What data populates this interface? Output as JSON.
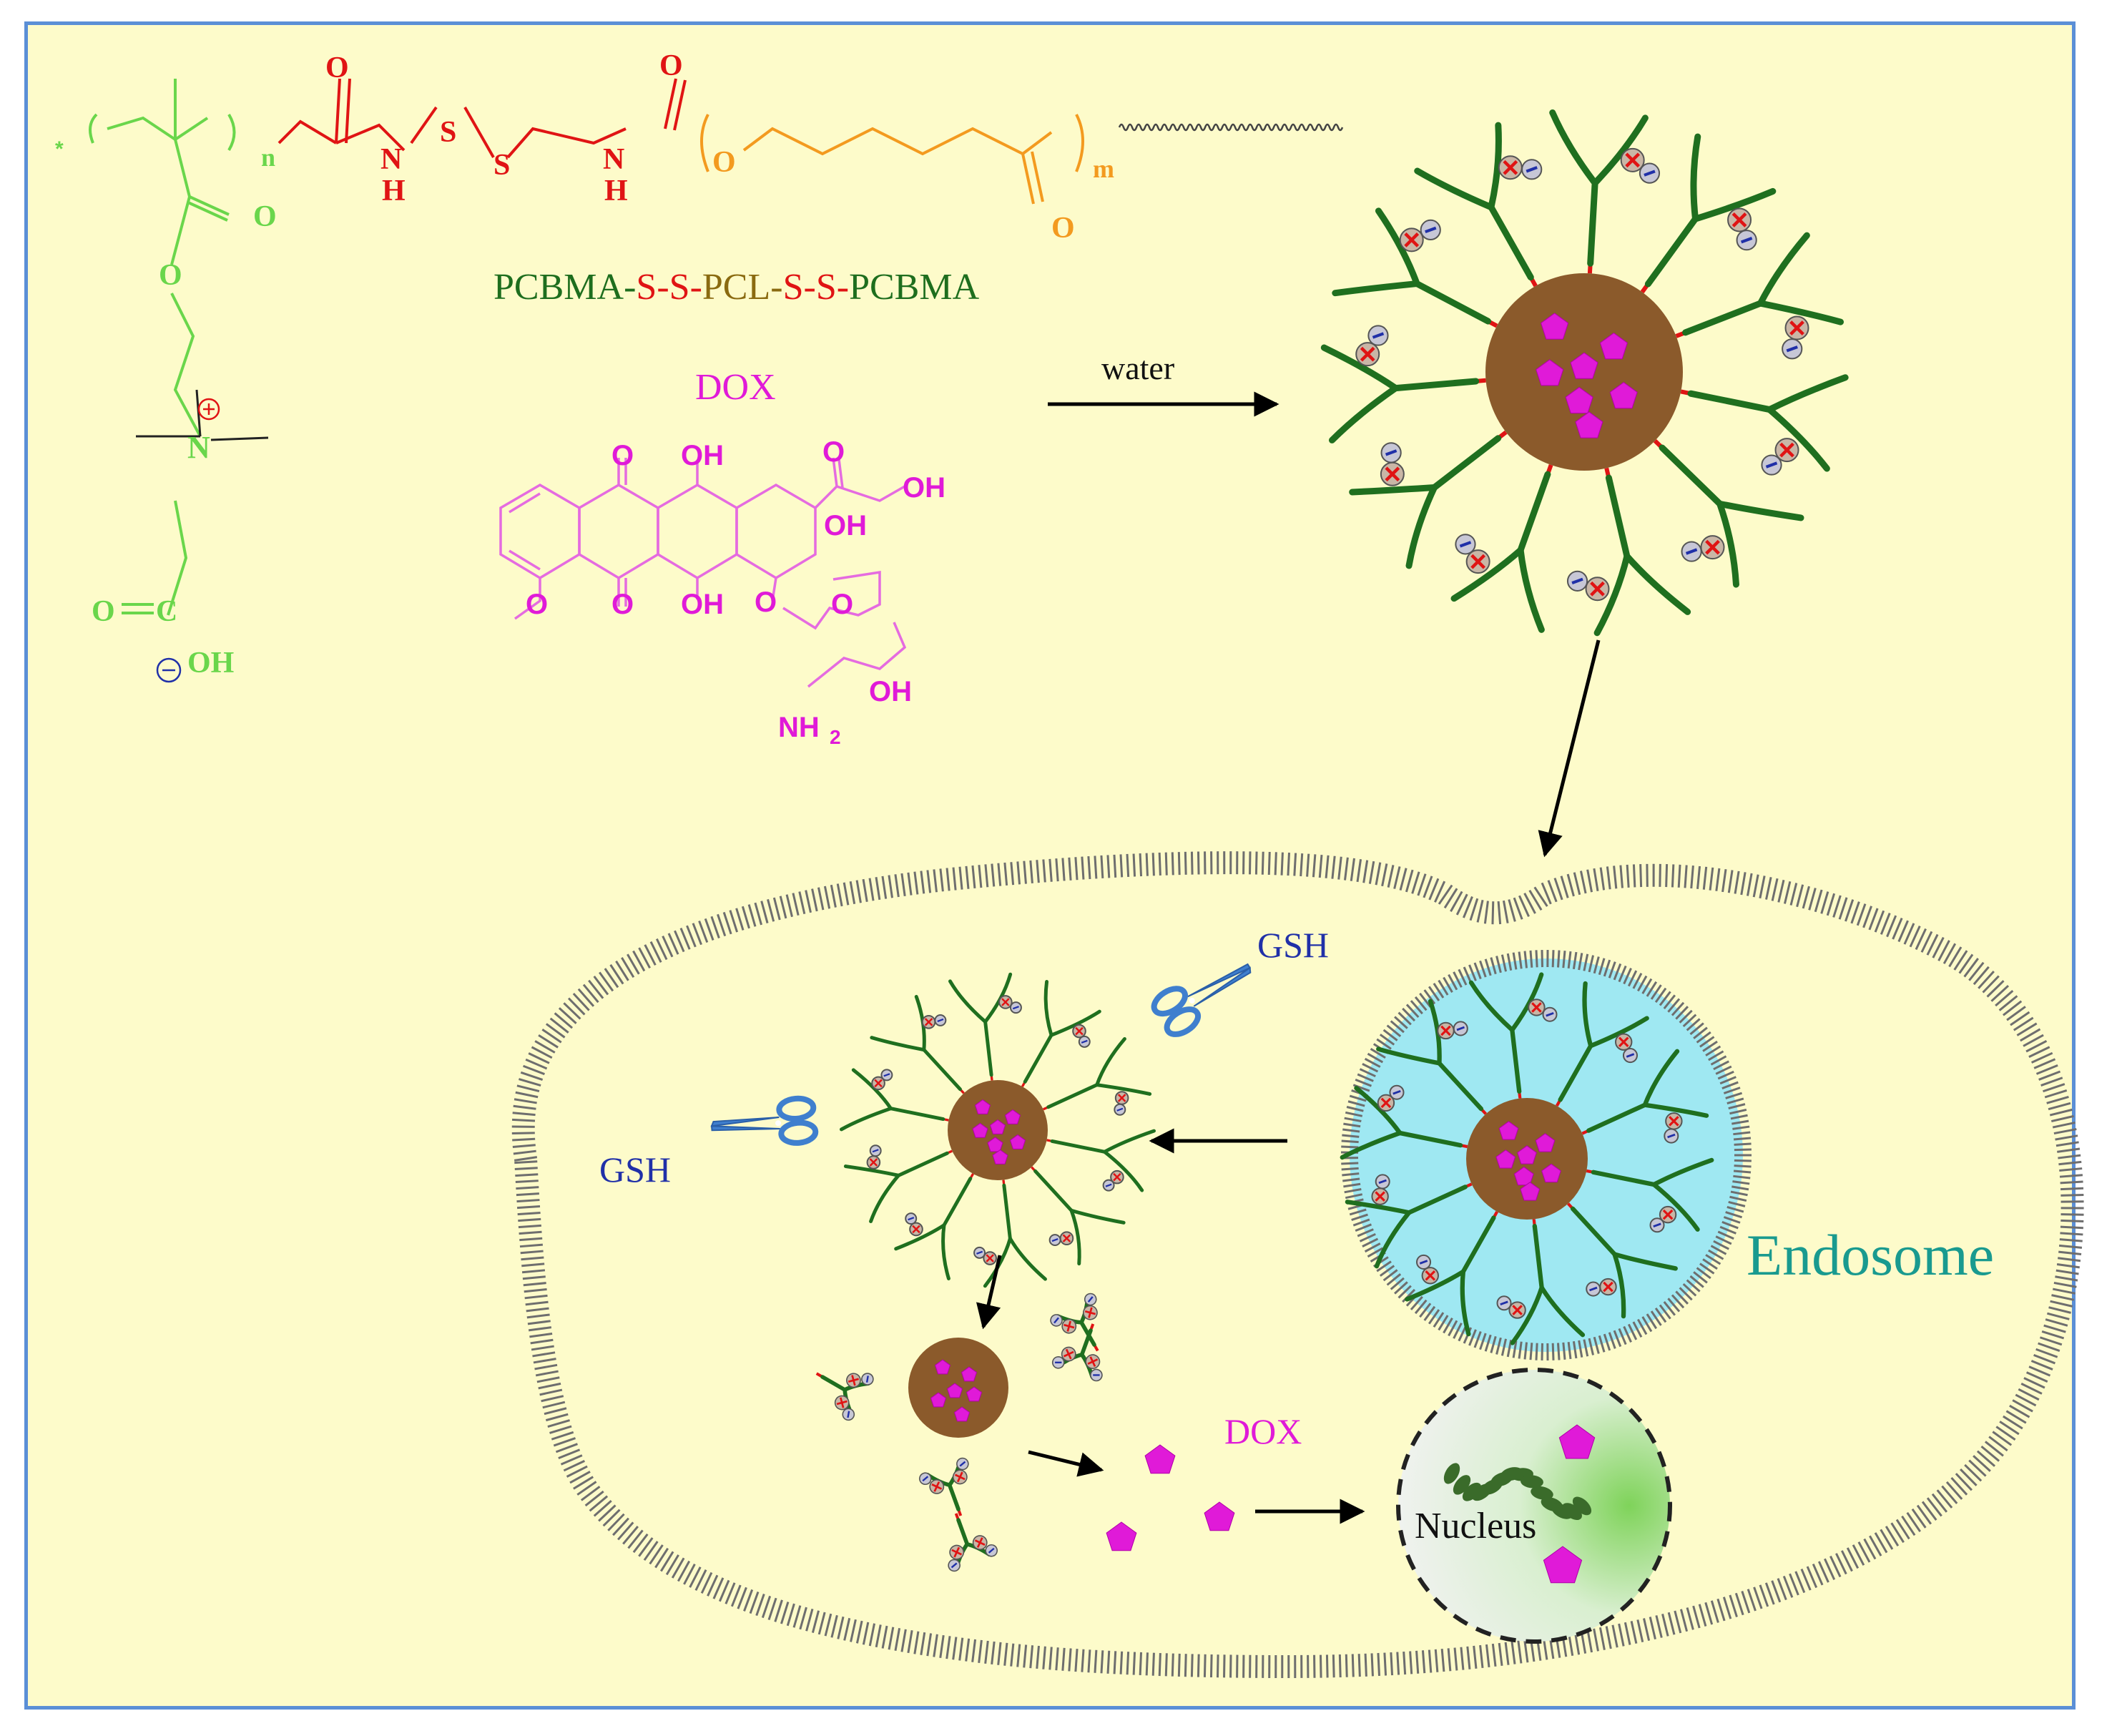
{
  "polymer": {
    "name_parts": [
      {
        "text": "PCBMA-",
        "color": "#1e6e1e"
      },
      {
        "text": "S-S-",
        "color": "#e01414"
      },
      {
        "text": "PCL-",
        "color": "#8a6a10"
      },
      {
        "text": "S-S-",
        "color": "#e01414"
      },
      {
        "text": "PCBMA",
        "color": "#1e6e1e"
      }
    ],
    "atoms": {
      "carbonyl_o": "O",
      "n_h": "N",
      "h": "H",
      "s": "S",
      "ester_o": "O",
      "n_subscript": "n",
      "m_subscript": "m",
      "oh": "OH",
      "n_plus": "N",
      "c": "C"
    }
  },
  "dox": {
    "label": "DOX",
    "atoms": {
      "o": "O",
      "oh": "OH",
      "nh2": "NH",
      "sub2": "2"
    }
  },
  "labels": {
    "water": "water",
    "gsh_top": "GSH",
    "gsh_left": "GSH",
    "endosome": "Endosome",
    "dox_free": "DOX",
    "nucleus": "Nucleus"
  },
  "colors": {
    "background": "#fdfbca",
    "border": "#5b8fd6",
    "pcbma": "#6ad64b",
    "disulfide": "#e01414",
    "pcl": "#f39a1f",
    "dox": "#e01ad8",
    "core": "#8b5a2b",
    "arm": "#1f6f1f",
    "endosome_fill": "#9fe8f2",
    "membrane": "#6e6e6e",
    "gsh_text": "#2030a8",
    "endosome_text": "#199a8f",
    "scissors": "#3f7fce"
  }
}
